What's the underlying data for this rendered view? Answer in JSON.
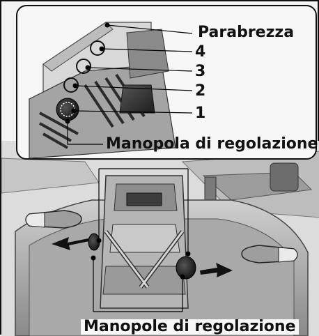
{
  "figure": {
    "inset": {
      "windshield_label": "Parabrezza",
      "positions": [
        "4",
        "3",
        "2",
        "1"
      ],
      "knob_label": "Manopola di regolazione"
    },
    "main": {
      "knobs_label": "Manopole di regolazione"
    }
  }
}
